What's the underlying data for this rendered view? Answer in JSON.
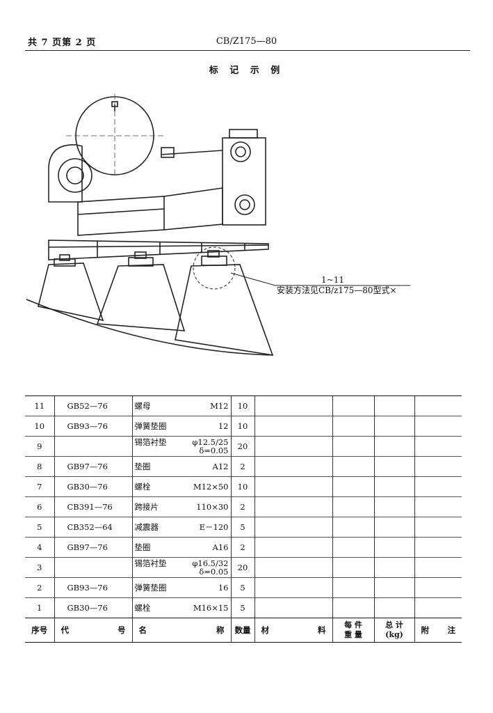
{
  "header": {
    "page_info": "共 7 页第 2 页",
    "standard_code": "CB/Z175—80"
  },
  "section_title": "标 记 示 例",
  "callout": {
    "number": "1~11",
    "text": "安装方法见CB/z175—80型式×"
  },
  "table": {
    "rows": [
      {
        "idx": "11",
        "code": "GB52—76",
        "name": "螺母",
        "spec": "M12",
        "spec2": "",
        "qty": "10"
      },
      {
        "idx": "10",
        "code": "GB93—76",
        "name": "弹簧垫圈",
        "spec": "12",
        "spec2": "",
        "qty": "10"
      },
      {
        "idx": "9",
        "code": "",
        "name": "锡箔衬垫",
        "spec": "φ12.5/25",
        "spec2": "δ=0.05",
        "qty": "20"
      },
      {
        "idx": "8",
        "code": "GB97—76",
        "name": "垫圈",
        "spec": "A12",
        "spec2": "",
        "qty": "2"
      },
      {
        "idx": "7",
        "code": "GB30—76",
        "name": "螺栓",
        "spec": "M12×50",
        "spec2": "",
        "qty": "10"
      },
      {
        "idx": "6",
        "code": "CB391—76",
        "name": "跨接片",
        "spec": "110×30",
        "spec2": "",
        "qty": "2"
      },
      {
        "idx": "5",
        "code": "CB352—64",
        "name": "减震器",
        "spec": "E－120",
        "spec2": "",
        "qty": "5"
      },
      {
        "idx": "4",
        "code": "GB97—76",
        "name": "垫圈",
        "spec": "A16",
        "spec2": "",
        "qty": "2"
      },
      {
        "idx": "3",
        "code": "",
        "name": "锡箔衬垫",
        "spec": "φ16.5/32",
        "spec2": "δ=0.05",
        "qty": "20"
      },
      {
        "idx": "2",
        "code": "GB93—76",
        "name": "弹簧垫圈",
        "spec": "16",
        "spec2": "",
        "qty": "5"
      },
      {
        "idx": "1",
        "code": "GB30—76",
        "name": "螺栓",
        "spec": "M16×15",
        "spec2": "",
        "qty": "5"
      }
    ],
    "headers": {
      "idx": "序号",
      "code": [
        "代",
        "号"
      ],
      "name": [
        "名",
        "称"
      ],
      "qty": "数量",
      "material": [
        "材",
        "料"
      ],
      "unit_weight": [
        "每 件",
        "重 量"
      ],
      "total_weight": [
        "总 计",
        "(kg)"
      ],
      "remark": [
        "附",
        "注"
      ]
    }
  }
}
